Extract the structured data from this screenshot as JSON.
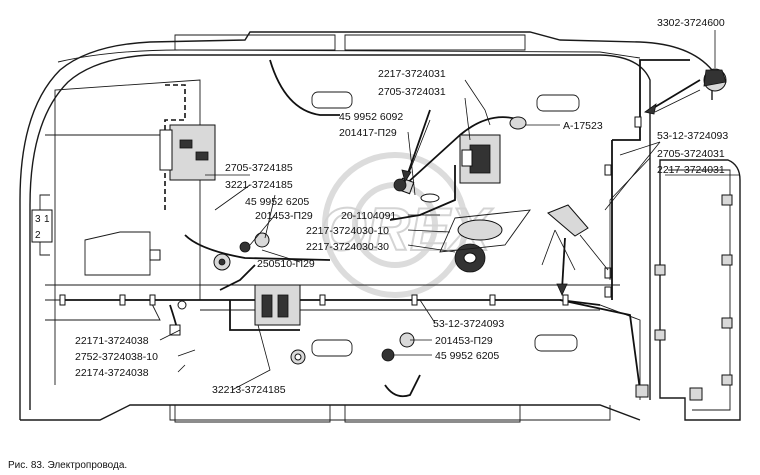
{
  "caption": "Рис. 83. Электропровода.",
  "callouts": {
    "c01": "3302-3724600",
    "c02": "2217-3724031",
    "c03": "2705-3724031",
    "c04": "45 9952 6092",
    "c05": "201417-П29",
    "c06": "А-17523",
    "c07": "53-12-3724093",
    "c08": "2705-3724031",
    "c09": "2217-3724031",
    "c10": "2705-3724185",
    "c11": "3221-3724185",
    "c12": "45 9952 6205",
    "c13": "201453-П29",
    "c14": "20-1104091",
    "c15": "2217-3724030-10",
    "c16": "2217-3724030-30",
    "c17": "250510-П29",
    "c18": "53-12-3724093",
    "c19": "22171-3724038",
    "c20": "2752-3724038-10",
    "c21": "22174-3724038",
    "c22": "201453-П29",
    "c23": "45 9952 6205",
    "c24": "32213-3724185"
  }
}
